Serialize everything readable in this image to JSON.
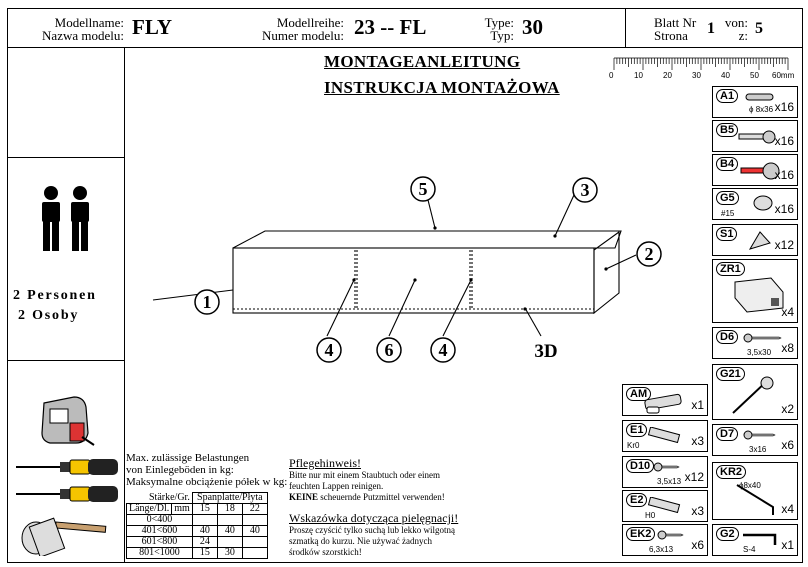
{
  "header": {
    "model_label_de": "Modellname:",
    "model_label_pl": "Nazwa modelu:",
    "model_value": "FLY",
    "series_label_de": "Modellreihe:",
    "series_label_pl": "Numer modelu:",
    "series_value": "23 -- FL",
    "type_label_de": "Type:",
    "type_label_pl": "Typ:",
    "type_value": "30",
    "sheet_label_de": "Blatt Nr",
    "sheet_label_pl": "Strona",
    "sheet_value": "1",
    "of_label_de": "von:",
    "of_label_pl": "z:",
    "of_value": "5"
  },
  "title": {
    "de": "MONTAGEANLEITUNG",
    "pl": "INSTRUKCJA MONTAŻOWA"
  },
  "ruler": {
    "labels": [
      "0",
      "10",
      "20",
      "30",
      "40",
      "50",
      "60mm"
    ]
  },
  "persons": {
    "de": "2 Personen",
    "pl": "2 Osoby"
  },
  "callouts": {
    "c1": "1",
    "c2": "2",
    "c3": "3",
    "c4a": "4",
    "c4b": "4",
    "c5": "5",
    "c6": "6",
    "c3d": "3D"
  },
  "load": {
    "line1": "Max. zulässige Belastungen",
    "line2": "von Einlegeböden in kg:",
    "line3": "Maksymalne obciążenie półek w kg:",
    "col_head1": "Stärke/Gr.",
    "col_head2": "Spanplatte/Płyta",
    "row_head": "Länge/Dl.",
    "unit": "mm",
    "sizes": [
      "15",
      "18",
      "22"
    ],
    "rows": [
      {
        "range": "0<400",
        "vals": [
          "",
          "",
          ""
        ]
      },
      {
        "range": "401<600",
        "vals": [
          "40",
          "40",
          "40"
        ]
      },
      {
        "range": "601<800",
        "vals": [
          "24",
          "",
          ""
        ]
      },
      {
        "range": "801<1000",
        "vals": [
          "15",
          "30",
          ""
        ]
      }
    ]
  },
  "care": {
    "de_title": "Pflegehinweis!",
    "de_1": "Bitte nur mit einem Staubtuch oder einem",
    "de_2": "feuchten Lappen reinigen.",
    "de_3_bold": "KEINE",
    "de_3": " scheuernde Putzmittel verwenden!",
    "pl_title": "Wskazówka dotycząca pielęgnacji!",
    "pl_1": "Proszę czyścić tylko suchą lub lekko wilgotną",
    "pl_2": "szmatką do kurzu. Nie używać żadnych",
    "pl_3": "środków szorstkich!"
  },
  "parts": {
    "a1": {
      "code": "A1",
      "qty": "x16",
      "sub": "ϕ 8x36"
    },
    "b5": {
      "code": "B5",
      "qty": "x16"
    },
    "b4": {
      "code": "B4",
      "qty": "x16"
    },
    "g5": {
      "code": "G5",
      "qty": "x16",
      "sub": "#15"
    },
    "s1": {
      "code": "S1",
      "qty": "x12"
    },
    "zr1": {
      "code": "ZR1",
      "qty": "x4"
    },
    "d6": {
      "code": "D6",
      "qty": "x8",
      "sub": "3,5x30"
    },
    "g21": {
      "code": "G21",
      "qty": "x2"
    },
    "am": {
      "code": "AM",
      "qty": "x1"
    },
    "e1": {
      "code": "E1",
      "qty": "x3",
      "sub": "Kr0"
    },
    "d7": {
      "code": "D7",
      "qty": "x6",
      "sub": "3x16"
    },
    "d10": {
      "code": "D10",
      "qty": "x12",
      "sub": "3,5x13"
    },
    "kr2": {
      "code": "KR2",
      "qty": "x4",
      "sub": "ϕ8x40"
    },
    "e2": {
      "code": "E2",
      "qty": "x3",
      "sub": "H0"
    },
    "ek2": {
      "code": "EK2",
      "qty": "x6",
      "sub": "6,3x13"
    },
    "g2": {
      "code": "G2",
      "qty": "x1",
      "sub": "S-4"
    }
  }
}
